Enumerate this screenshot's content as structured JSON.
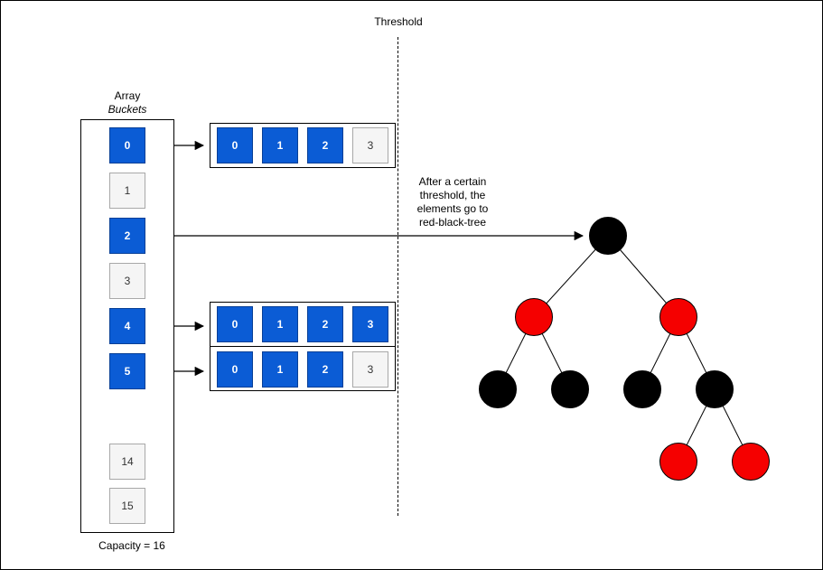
{
  "threshold_label": "Threshold",
  "annotation_text": "After a certain\nthreshold, the\nelements go to\nred-black-tree",
  "array": {
    "title": "Array",
    "subtitle": "Buckets",
    "capacity": "Capacity = 16",
    "buckets": [
      {
        "label": "0",
        "state": "filled"
      },
      {
        "label": "1",
        "state": "empty"
      },
      {
        "label": "2",
        "state": "filled"
      },
      {
        "label": "3",
        "state": "empty"
      },
      {
        "label": "4",
        "state": "filled"
      },
      {
        "label": "5",
        "state": "filled"
      },
      {
        "label": "14",
        "state": "empty"
      },
      {
        "label": "15",
        "state": "empty"
      }
    ]
  },
  "chains": [
    {
      "source_bucket": "0",
      "cells": [
        {
          "label": "0",
          "state": "filled"
        },
        {
          "label": "1",
          "state": "filled"
        },
        {
          "label": "2",
          "state": "filled"
        },
        {
          "label": "3",
          "state": "empty"
        }
      ]
    },
    {
      "source_bucket": "4",
      "cells": [
        {
          "label": "0",
          "state": "filled"
        },
        {
          "label": "1",
          "state": "filled"
        },
        {
          "label": "2",
          "state": "filled"
        },
        {
          "label": "3",
          "state": "filled"
        }
      ]
    },
    {
      "source_bucket": "5",
      "cells": [
        {
          "label": "0",
          "state": "filled"
        },
        {
          "label": "1",
          "state": "filled"
        },
        {
          "label": "2",
          "state": "filled"
        },
        {
          "label": "3",
          "state": "empty"
        }
      ]
    }
  ],
  "tree": {
    "nodes": [
      {
        "id": "root",
        "color": "black"
      },
      {
        "id": "left",
        "color": "red"
      },
      {
        "id": "right",
        "color": "red"
      },
      {
        "id": "left-left",
        "color": "black"
      },
      {
        "id": "left-right",
        "color": "black"
      },
      {
        "id": "right-left",
        "color": "black"
      },
      {
        "id": "right-right",
        "color": "black"
      },
      {
        "id": "right-right-left",
        "color": "red"
      },
      {
        "id": "right-right-right",
        "color": "red"
      }
    ]
  },
  "colors": {
    "filled-cell": "#0b5cd5",
    "empty-cell": "#f5f5f5",
    "node-black": "#000000",
    "node-red": "#f50000"
  }
}
